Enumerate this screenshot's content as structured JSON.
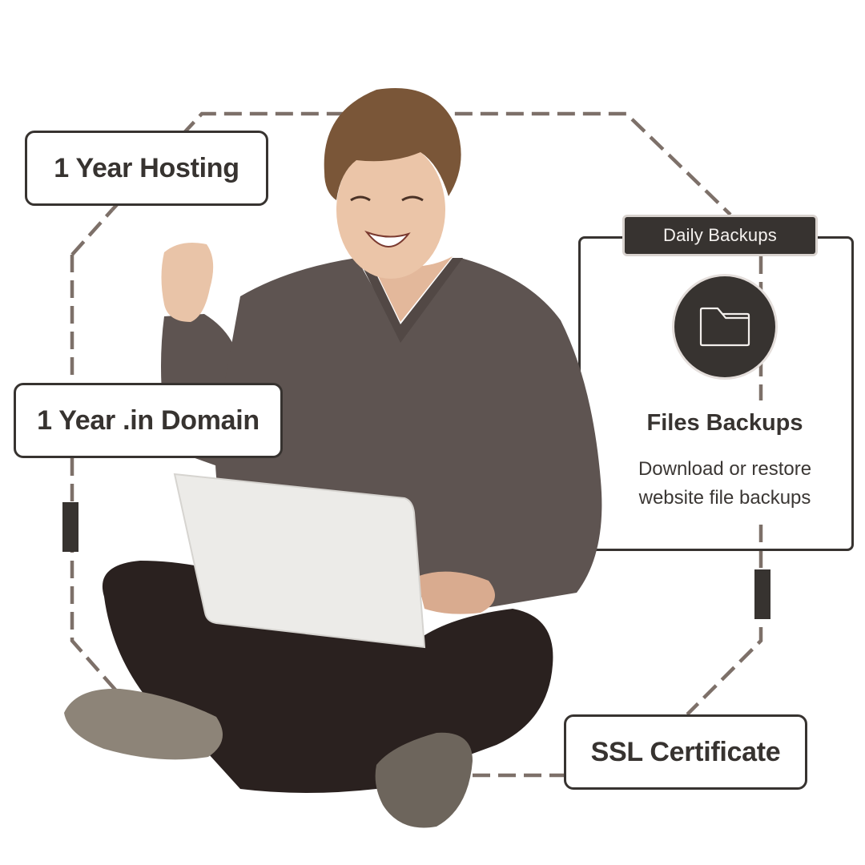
{
  "features": {
    "hosting": {
      "label": "1 Year Hosting"
    },
    "domain": {
      "label": "1 Year .in Domain"
    },
    "ssl": {
      "label": "SSL Certificate"
    }
  },
  "backup_card": {
    "tag": "Daily Backups",
    "icon": "folder-icon",
    "title": "Files Backups",
    "description_line1": "Download or restore",
    "description_line2": "website file backups"
  },
  "colors": {
    "primary_dark": "#373330",
    "dash_line": "#7d7069",
    "background": "#ffffff",
    "sweater": "#5e5451",
    "jeans": "#2a211f",
    "laptop": "#ecebe8",
    "skin": "#e9c4a8",
    "hair": "#7a5638"
  },
  "illustration": {
    "subject": "young man sitting cross-legged with laptop, raising fist in celebration"
  }
}
